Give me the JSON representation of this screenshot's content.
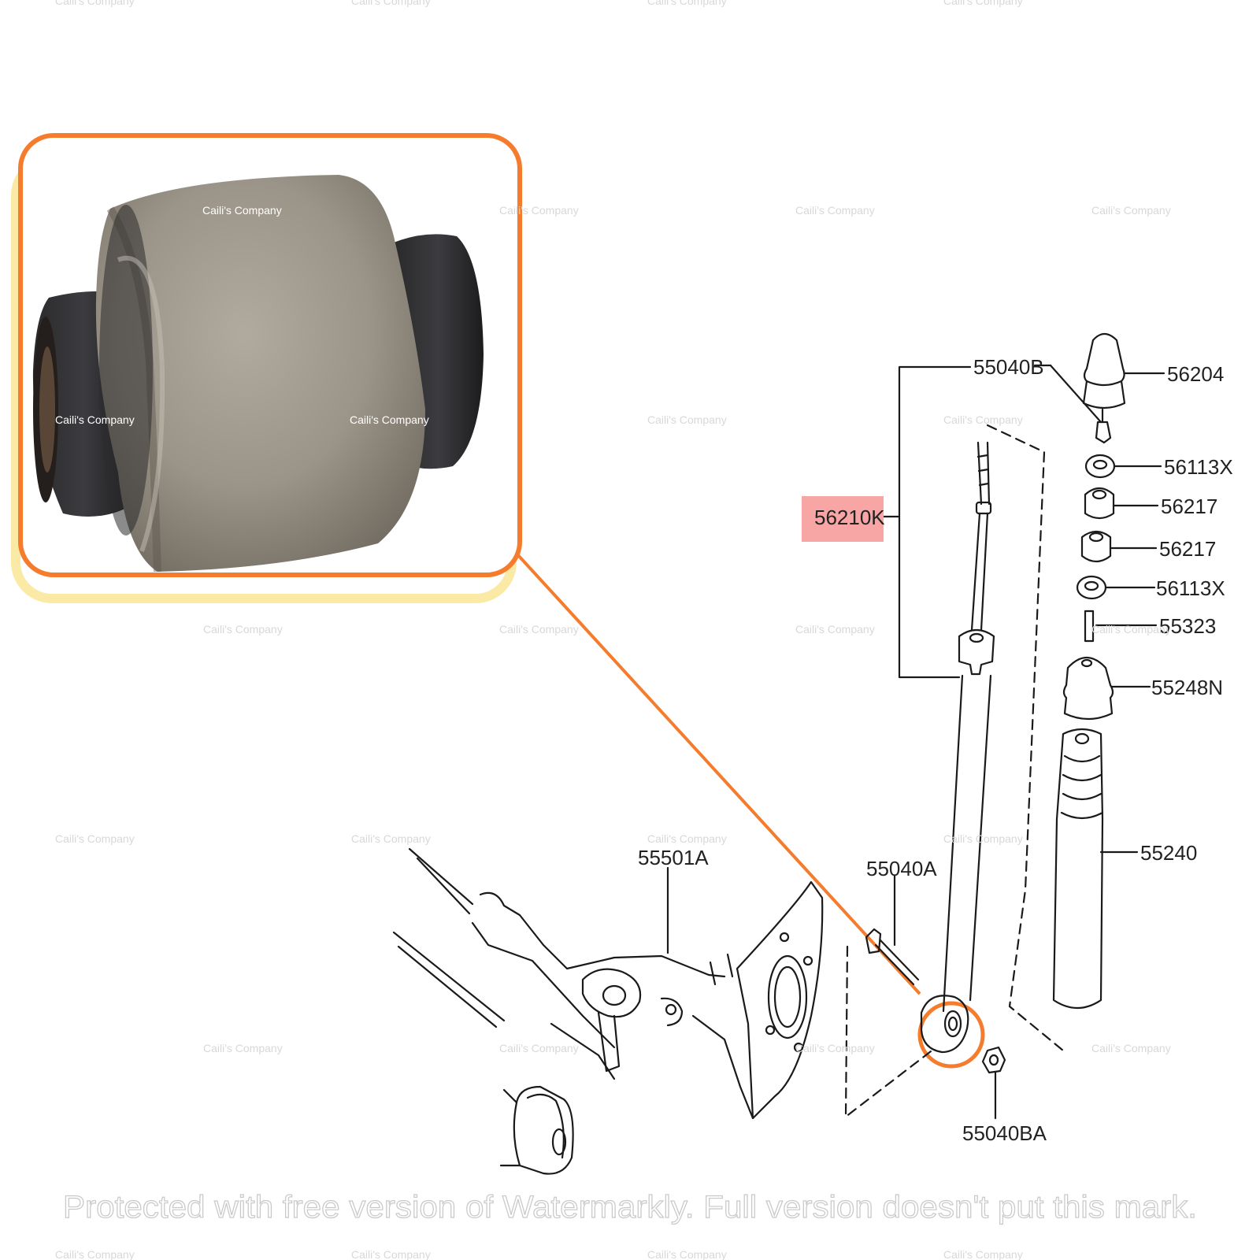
{
  "diagram": {
    "parts": [
      {
        "id": "55040B",
        "label": "55040B"
      },
      {
        "id": "56210K",
        "label": "56210K"
      },
      {
        "id": "56204",
        "label": "56204"
      },
      {
        "id": "56113X_top",
        "label": "56113X"
      },
      {
        "id": "56217_top",
        "label": "56217"
      },
      {
        "id": "56217_bottom",
        "label": "56217"
      },
      {
        "id": "56113X_bottom",
        "label": "56113X"
      },
      {
        "id": "55323",
        "label": "55323"
      },
      {
        "id": "55248N",
        "label": "55248N"
      },
      {
        "id": "55240",
        "label": "55240"
      },
      {
        "id": "55501A",
        "label": "55501A"
      },
      {
        "id": "55040A",
        "label": "55040A"
      },
      {
        "id": "55040BA",
        "label": "55040BA"
      }
    ],
    "highlighted_part": "56210K",
    "colors": {
      "callout": "#f47c2c",
      "photo_frame": "#f47c2c",
      "photo_glow": "#fbe9a6",
      "highlight": "#f7a5a5",
      "line": "#1a1a1a"
    }
  },
  "watermarks": {
    "company": "Caili's Company",
    "banner": "Protected with free version of Watermarkly. Full version doesn't put this mark."
  }
}
